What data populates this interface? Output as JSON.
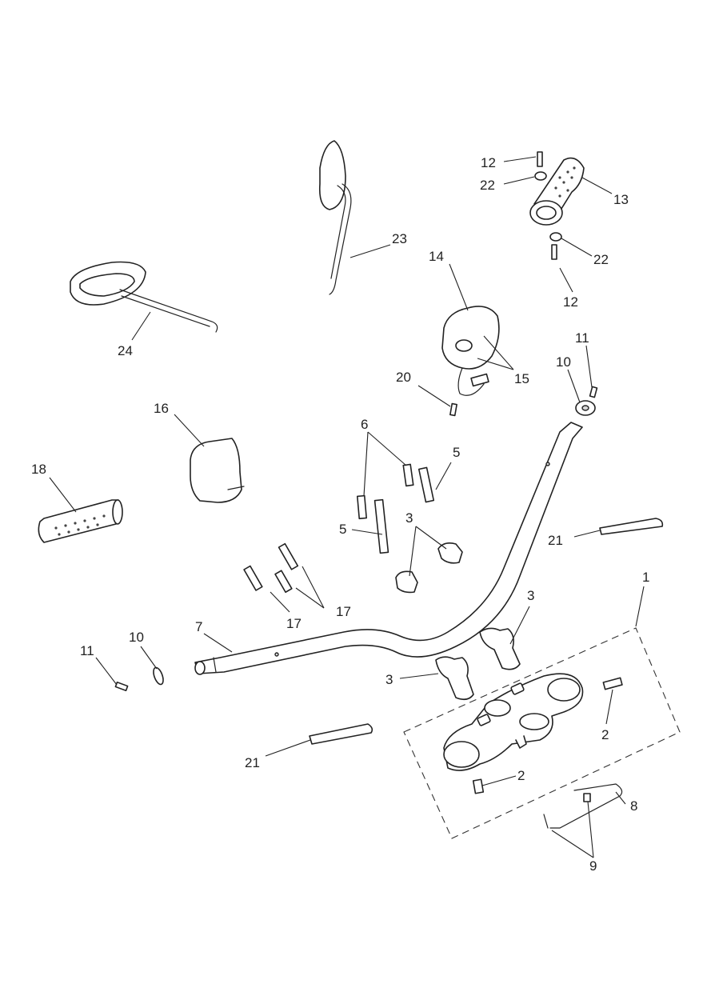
{
  "colors": {
    "line": "#222222",
    "background": "#ffffff"
  },
  "callouts": [
    {
      "id": "1",
      "label": "1"
    },
    {
      "id": "2a",
      "label": "2"
    },
    {
      "id": "2b",
      "label": "2"
    },
    {
      "id": "3a",
      "label": "3"
    },
    {
      "id": "3b",
      "label": "3"
    },
    {
      "id": "3c",
      "label": "3"
    },
    {
      "id": "5a",
      "label": "5"
    },
    {
      "id": "5b",
      "label": "5"
    },
    {
      "id": "6",
      "label": "6"
    },
    {
      "id": "7",
      "label": "7"
    },
    {
      "id": "8",
      "label": "8"
    },
    {
      "id": "9",
      "label": "9"
    },
    {
      "id": "10a",
      "label": "10"
    },
    {
      "id": "10b",
      "label": "10"
    },
    {
      "id": "11a",
      "label": "11"
    },
    {
      "id": "11b",
      "label": "11"
    },
    {
      "id": "12a",
      "label": "12"
    },
    {
      "id": "12b",
      "label": "12"
    },
    {
      "id": "13",
      "label": "13"
    },
    {
      "id": "14",
      "label": "14"
    },
    {
      "id": "15",
      "label": "15"
    },
    {
      "id": "16",
      "label": "16"
    },
    {
      "id": "17a",
      "label": "17"
    },
    {
      "id": "17b",
      "label": "17"
    },
    {
      "id": "18",
      "label": "18"
    },
    {
      "id": "20",
      "label": "20"
    },
    {
      "id": "21a",
      "label": "21"
    },
    {
      "id": "21b",
      "label": "21"
    },
    {
      "id": "22a",
      "label": "22"
    },
    {
      "id": "22b",
      "label": "22"
    },
    {
      "id": "23",
      "label": "23"
    },
    {
      "id": "24",
      "label": "24"
    }
  ]
}
